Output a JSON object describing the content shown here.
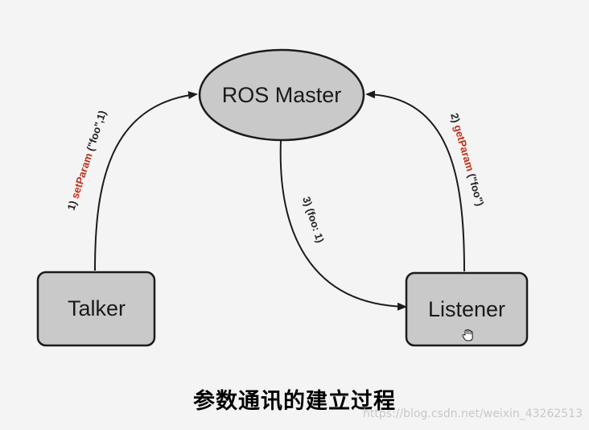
{
  "nodes": {
    "master": "ROS Master",
    "talker": "Talker",
    "listener": "Listener"
  },
  "edges": {
    "set_param": {
      "num": "1) ",
      "fn": "setParam",
      "args": " (\"foo\",1)"
    },
    "get_param": {
      "num": "2) ",
      "fn": "getParam",
      "args": " (\"foo\")"
    },
    "result": {
      "text": "3) (foo: 1)"
    }
  },
  "caption": "参数通讯的建立过程",
  "watermark": "https://blog.csdn.net/weixin_43262513",
  "colors": {
    "node_fill": "#c9c9c9",
    "node_stroke": "#1c1c1c",
    "function_name": "#c0301a",
    "background": "#f4f4f4"
  }
}
